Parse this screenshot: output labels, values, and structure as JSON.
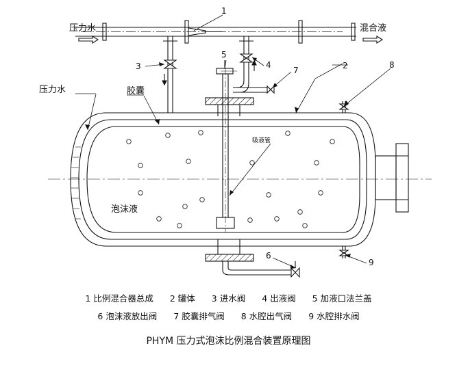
{
  "labels": {
    "pressure_water_in": "压力水",
    "mixed_liquid_out": "混合液",
    "pressure_water_vessel": "压力水",
    "bladder": "胶囊",
    "suction_tube": "吸液管",
    "foam_liquid": "泡沫液"
  },
  "callouts": [
    "1",
    "2",
    "3",
    "4",
    "5",
    "6",
    "7",
    "8",
    "9"
  ],
  "legend": {
    "row1": [
      "1 比例混合器总成",
      "2 罐体",
      "3 进水阀",
      "4 出液阀",
      "5 加液口法兰盖"
    ],
    "row2": [
      "6 泡沫液放出阀",
      "7 胶囊排气阀",
      "8 水腔出气阀",
      "9 水腔排水阀"
    ]
  },
  "caption": "PHYM  压力式泡沫比例混合装置原理图"
}
